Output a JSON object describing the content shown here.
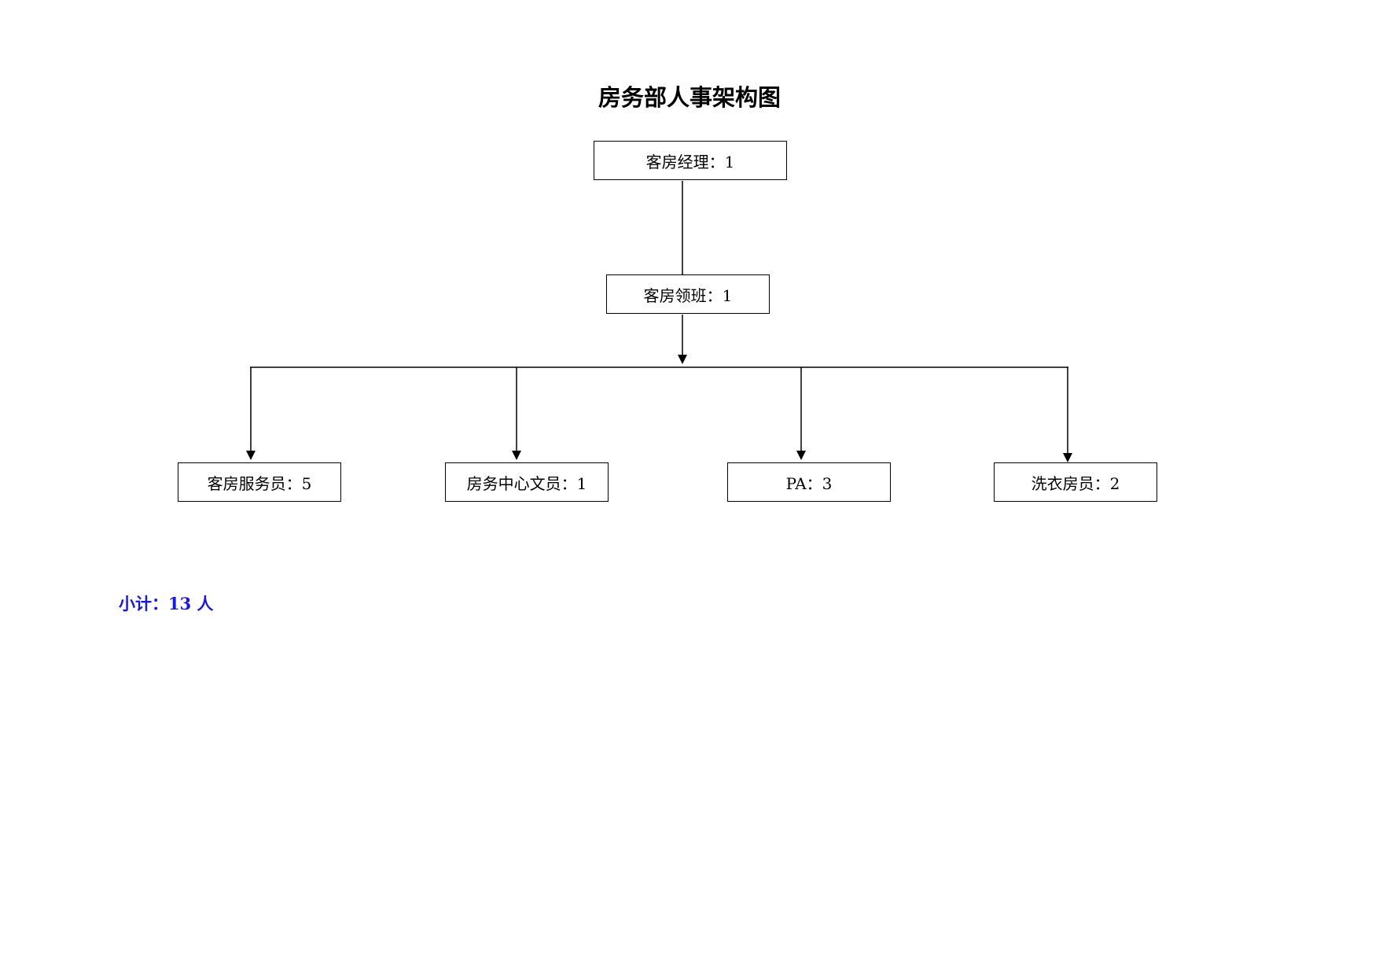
{
  "diagram": {
    "title": "房务部人事架构图",
    "manager": "客房经理：1",
    "supervisor": "客房领班：1",
    "staff": [
      "客房服务员：5",
      "房务中心文员：1",
      "PA：3",
      "洗衣房员：2"
    ]
  },
  "footer": {
    "subtotal": "小计：13 人"
  }
}
